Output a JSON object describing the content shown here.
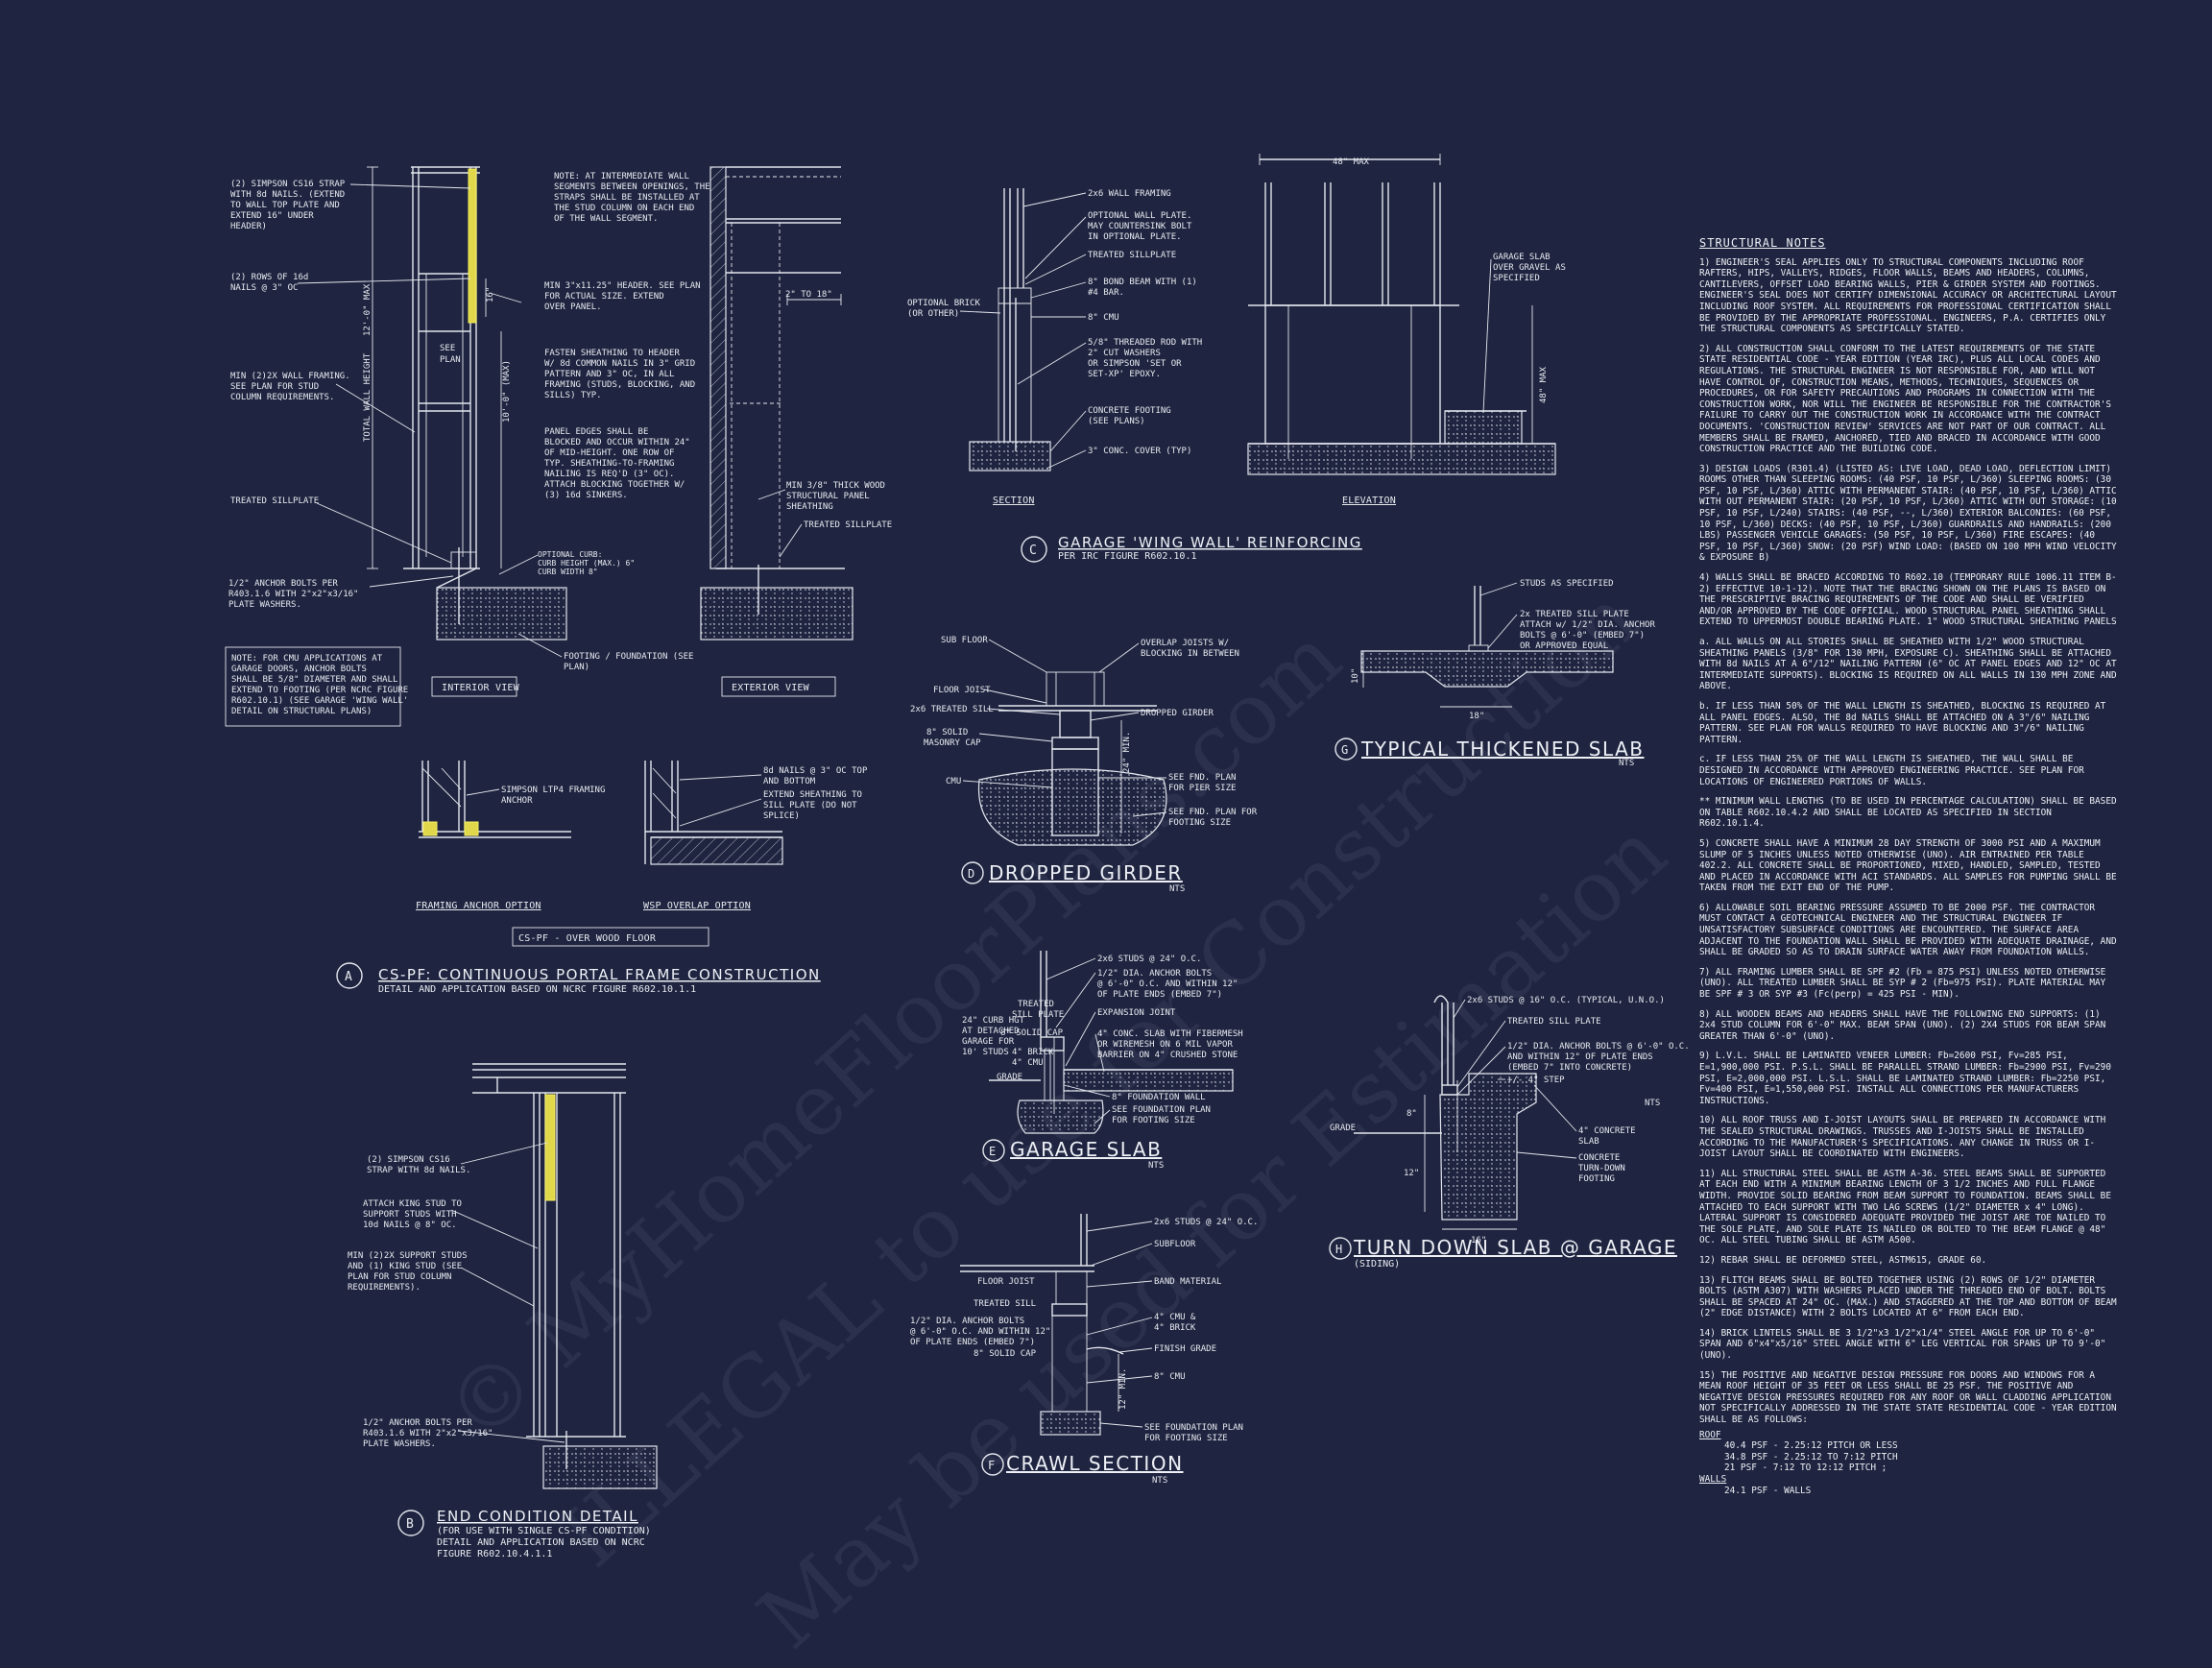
{
  "watermark": {
    "line1": "© MyHomeFloorPlans.com",
    "line2": "ILLEGAL to use for Construction",
    "line3": "May be used for Estimation"
  },
  "detail_a": {
    "marker": "A",
    "title": "CS-PF: CONTINUOUS PORTAL FRAME CONSTRUCTION",
    "subtitle": "DETAIL AND APPLICATION BASED ON NCRC FIGURE R602.10.1.1",
    "interior_view": "INTERIOR VIEW",
    "exterior_view": "EXTERIOR VIEW",
    "framing_anchor_option": "FRAMING ANCHOR OPTION",
    "wsp_overlap_option": "WSP OVERLAP OPTION",
    "over_wood_floor": "CS-PF - OVER WOOD FLOOR",
    "notes": {
      "strap": [
        "(2) SIMPSON CS16 STRAP",
        "WITH 8d NAILS. (EXTEND",
        "TO WALL TOP PLATE AND",
        "EXTEND 16\" UNDER",
        "HEADER)"
      ],
      "rows": [
        "(2) ROWS OF 16d",
        "NAILS @ 3\" OC"
      ],
      "framing": [
        "MIN (2)2X WALL FRAMING.",
        "SEE PLAN FOR STUD",
        "COLUMN REQUIREMENTS."
      ],
      "sillplate": "TREATED SILLPLATE",
      "anchor": [
        "1/2\" ANCHOR BOLTS PER",
        "R403.1.6 WITH 2\"x2\"x3/16\"",
        "PLATE WASHERS."
      ],
      "cmu": [
        "NOTE: FOR CMU APPLICATIONS AT",
        "GARAGE DOORS, ANCHOR BOLTS",
        "SHALL BE 5/8\" DIAMETER AND SHALL",
        "EXTEND TO FOOTING (PER NCRC FIGURE",
        "R602.10.1) (SEE GARAGE 'WING WALL'",
        "DETAIL ON STRUCTURAL PLANS)"
      ],
      "total_height": "TOTAL WALL HEIGHT",
      "max_height": "12'-0\" MAX",
      "ten_max": "10'-0\" (MAX)",
      "see_plan": [
        "SEE",
        "PLAN"
      ],
      "sixteen": "16\"",
      "intermediate": [
        "NOTE: AT INTERMEDIATE WALL",
        "SEGMENTS BETWEEN OPENINGS, THE",
        "STRAPS SHALL BE INSTALLED AT",
        "THE STUD COLUMN ON EACH END",
        "OF THE WALL SEGMENT."
      ],
      "header": [
        "MIN 3\"x11.25\" HEADER. SEE PLAN",
        "FOR ACTUAL SIZE. EXTEND",
        "OVER PANEL."
      ],
      "fasten": [
        "FASTEN SHEATHING TO HEADER",
        "W/ 8d COMMON NAILS IN 3\" GRID",
        "PATTERN AND 3\" OC, IN ALL",
        "FRAMING (STUDS, BLOCKING, AND",
        "SILLS) TYP."
      ],
      "panel": [
        "PANEL EDGES SHALL BE",
        "BLOCKED AND OCCUR WITHIN 24\"",
        "OF MID-HEIGHT. ONE ROW OF",
        "TYP. SHEATHING-TO-FRAMING",
        "NAILING IS REQ'D (3\" OC).",
        "ATTACH BLOCKING TOGETHER W/",
        "(3) 16d SINKERS."
      ],
      "curb": [
        "OPTIONAL CURB:",
        "CURB HEIGHT (MAX.) 6\"",
        "CURB WIDTH 8\""
      ],
      "footing": [
        "FOOTING / FOUNDATION (SEE",
        "PLAN)"
      ],
      "range": "2\" TO 18\"",
      "wood_panel": [
        "MIN 3/8\" THICK WOOD",
        "STRUCTURAL PANEL",
        "SHEATHING"
      ],
      "sillplate2": "TREATED SILLPLATE",
      "ltp4": [
        "SIMPSON LTP4 FRAMING",
        "ANCHOR"
      ],
      "nails": [
        "8d NAILS @ 3\" OC TOP",
        "AND BOTTOM"
      ],
      "extend": [
        "EXTEND SHEATHING TO",
        "SILL PLATE (DO NOT",
        "SPLICE)"
      ]
    }
  },
  "detail_b": {
    "marker": "B",
    "title": "END CONDITION DETAIL",
    "subtitle": [
      "(FOR USE WITH SINGLE CS-PF CONDITION)",
      "DETAIL AND APPLICATION BASED ON NCRC",
      "FIGURE R602.10.4.1.1"
    ],
    "notes": {
      "strap": [
        "(2) SIMPSON CS16",
        "STRAP WITH 8d NAILS."
      ],
      "king": [
        "ATTACH KING STUD TO",
        "SUPPORT STUDS WITH",
        "10d NAILS @ 8\" OC."
      ],
      "support": [
        "MIN (2)2X SUPPORT STUDS",
        "AND (1) KING STUD (SEE",
        "PLAN FOR STUD COLUMN",
        "REQUIREMENTS)."
      ],
      "anchor": [
        "1/2\" ANCHOR BOLTS PER",
        "R403.1.6 WITH 2\"x2\"x3/16\"",
        "PLATE WASHERS."
      ]
    }
  },
  "detail_c": {
    "marker": "C",
    "title": "GARAGE 'WING WALL' REINFORCING",
    "subtitle": "PER IRC FIGURE R602.10.1",
    "section": "SECTION",
    "elevation": "ELEVATION",
    "dim_top": "48\" MAX",
    "dim_side": "48\" MAX",
    "notes": {
      "framing": "2x6 WALL FRAMING",
      "optional_plate": [
        "OPTIONAL WALL PLATE.",
        "MAY COUNTERSINK BOLT",
        "IN OPTIONAL PLATE."
      ],
      "sillplate": "TREATED SILLPLATE",
      "bond": [
        "8\" BOND BEAM WITH (1)",
        "#4 BAR."
      ],
      "cmu": "8\" CMU",
      "rod": [
        "5/8\" THREADED ROD WITH",
        "2\" CUT WASHERS",
        "OR SIMPSON 'SET OR",
        "SET-XP' EPOXY."
      ],
      "footing": [
        "CONCRETE FOOTING",
        "(SEE PLANS)"
      ],
      "cover": "3\" CONC. COVER (TYP)",
      "brick": [
        "OPTIONAL BRICK",
        "(OR OTHER)"
      ],
      "gravel": [
        "GARAGE SLAB",
        "OVER GRAVEL AS",
        "SPECIFIED"
      ]
    }
  },
  "detail_d": {
    "marker": "D",
    "title": "DROPPED GIRDER",
    "nts": "NTS",
    "notes": {
      "subfloor": "SUB FLOOR",
      "joist": "FLOOR JOIST",
      "treated": "2x6 TREATED SILL",
      "cap": [
        "8\" SOLID",
        "MASONRY CAP"
      ],
      "cmu": "CMU",
      "overlap": [
        "OVERLAP JOISTS W/",
        "BLOCKING IN BETWEEN"
      ],
      "girder": "DROPPED GIRDER",
      "min": "24\" MIN.",
      "pier": [
        "SEE FND. PLAN",
        "FOR PIER SIZE"
      ],
      "footing": [
        "SEE FND. PLAN FOR",
        "FOOTING SIZE"
      ]
    }
  },
  "detail_e": {
    "marker": "E",
    "title": "GARAGE SLAB",
    "nts": "NTS",
    "notes": {
      "curb": [
        "24\" CURB HGT",
        "AT DETACHED",
        "GARAGE FOR",
        "10' STUDS"
      ],
      "treated": [
        "TREATED",
        "SILL PLATE"
      ],
      "cap": "8\" SOLID CAP",
      "brick": [
        "4\" BRICK",
        "4\" CMU"
      ],
      "grade": "GRADE",
      "studs": "2x6 STUDS @ 24\" O.C.",
      "anchor": [
        "1/2\" DIA. ANCHOR BOLTS",
        "@ 6'-0\" O.C. AND WITHIN 12\"",
        "OF PLATE ENDS (EMBED 7\")"
      ],
      "expansion": "EXPANSION JOINT",
      "slab": [
        "4\" CONC. SLAB WITH FIBERMESH",
        "OR WIREMESH ON 6 MIL VAPOR",
        "BARRIER ON 4\" CRUSHED STONE"
      ],
      "foundation": "8\" FOUNDATION WALL",
      "footing": [
        "SEE FOUNDATION PLAN",
        "FOR FOOTING SIZE"
      ]
    }
  },
  "detail_f": {
    "marker": "F",
    "title": "CRAWL SECTION",
    "nts": "NTS",
    "notes": {
      "studs": "2x6 STUDS @ 24\" O.C.",
      "subfloor": "SUBFLOOR",
      "band": "BAND MATERIAL",
      "joist": "FLOOR JOIST",
      "treated": "TREATED SILL",
      "anchor": [
        "1/2\" DIA. ANCHOR BOLTS",
        "@ 6'-0\" O.C. AND WITHIN 12\"",
        "OF PLATE ENDS (EMBED 7\")"
      ],
      "cap": "8\" SOLID CAP",
      "cmu_brick": [
        "4\" CMU &",
        "4\" BRICK"
      ],
      "grade": "FINISH GRADE",
      "cmu": "8\" CMU",
      "min": "12\" MIN.",
      "footing": [
        "SEE FOUNDATION PLAN",
        "FOR FOOTING SIZE"
      ]
    }
  },
  "detail_g": {
    "marker": "G",
    "title": "TYPICAL THICKENED SLAB",
    "nts": "NTS",
    "notes": {
      "studs": "STUDS AS SPECIFIED",
      "sill": [
        "2x TREATED SILL PLATE",
        "ATTACH w/ 1/2\" DIA. ANCHOR",
        "BOLTS @ 6'-0\" (EMBED 7\")",
        "OR APPROVED EQUAL"
      ],
      "dim": "18\"",
      "depth": "10\""
    }
  },
  "detail_h": {
    "marker": "H",
    "title": "TURN DOWN SLAB @ GARAGE",
    "subtitle": "(SIDING)",
    "notes": {
      "studs": "2x6 STUDS @ 16\" O.C. (TYPICAL, U.N.O.)",
      "treated": "TREATED SILL PLATE",
      "anchor": [
        "1/2\" DIA. ANCHOR BOLTS @ 6'-0\" O.C.",
        "AND WITHIN 12\" OF PLATE ENDS",
        "(EMBED 7\" INTO CONCRETE)"
      ],
      "step": "+/- 4\" STEP",
      "nts": "NTS",
      "slab": [
        "4\" CONCRETE",
        "SLAB"
      ],
      "turndown": [
        "CONCRETE",
        "TURN-DOWN",
        "FOOTING"
      ],
      "grade": "GRADE",
      "d8": "8\"",
      "d12": "12\"",
      "d16": "16\""
    }
  },
  "structural_notes": {
    "heading": "STRUCTURAL NOTES",
    "paragraphs": [
      "1) ENGINEER'S SEAL APPLIES ONLY TO STRUCTURAL COMPONENTS INCLUDING ROOF RAFTERS, HIPS, VALLEYS, RIDGES, FLOOR WALLS, BEAMS AND HEADERS, COLUMNS, CANTILEVERS, OFFSET LOAD BEARING WALLS, PIER & GIRDER SYSTEM AND FOOTINGS. ENGINEER'S SEAL DOES NOT CERTIFY DIMENSIONAL ACCURACY OR ARCHITECTURAL LAYOUT INCLUDING ROOF SYSTEM. ALL REQUIREMENTS FOR PROFESSIONAL CERTIFICATION SHALL BE PROVIDED BY THE APPROPRIATE PROFESSIONAL. ENGINEERS, P.A. CERTIFIES ONLY THE STRUCTURAL COMPONENTS AS SPECIFICALLY STATED.",
      "2) ALL CONSTRUCTION SHALL CONFORM TO THE LATEST REQUIREMENTS OF THE STATE STATE RESIDENTIAL CODE - YEAR EDITION (YEAR IRC), PLUS ALL LOCAL CODES AND REGULATIONS. THE STRUCTURAL ENGINEER IS NOT RESPONSIBLE FOR, AND WILL NOT HAVE CONTROL OF, CONSTRUCTION MEANS, METHODS, TECHNIQUES, SEQUENCES OR PROCEDURES, OR FOR SAFETY PRECAUTIONS AND PROGRAMS IN CONNECTION WITH THE CONSTRUCTION WORK, NOR WILL THE ENGINEER BE RESPONSIBLE FOR THE CONTRACTOR'S FAILURE TO CARRY OUT THE CONSTRUCTION WORK IN ACCORDANCE WITH THE CONTRACT DOCUMENTS. 'CONSTRUCTION REVIEW' SERVICES ARE NOT PART OF OUR CONTRACT. ALL MEMBERS SHALL BE FRAMED, ANCHORED, TIED AND BRACED IN ACCORDANCE WITH GOOD CONSTRUCTION PRACTICE AND THE BUILDING CODE.",
      "3) DESIGN LOADS (R301.4) (LISTED AS: LIVE LOAD, DEAD LOAD, DEFLECTION LIMIT) ROOMS OTHER THAN SLEEPING ROOMS: (40 PSF, 10 PSF, L/360) SLEEPING ROOMS: (30 PSF, 10 PSF, L/360) ATTIC WITH PERMANENT STAIR: (40 PSF, 10 PSF, L/360) ATTIC WITH OUT PERMANENT STAIR: (20 PSF, 10 PSF, L/360) ATTIC WITH OUT STORAGE: (10 PSF, 10 PSF, L/240) STAIRS: (40 PSF, --, L/360) EXTERIOR BALCONIES: (60 PSF, 10 PSF, L/360) DECKS: (40 PSF, 10 PSF, L/360) GUARDRAILS AND HANDRAILS: (200 LBS) PASSENGER VEHICLE GARAGES: (50 PSF, 10 PSF, L/360) FIRE ESCAPES: (40 PSF, 10 PSF, L/360) SNOW: (20 PSF) WIND LOAD: (BASED ON 100 MPH WIND VELOCITY & EXPOSURE B)",
      "4) WALLS SHALL BE BRACED ACCORDING TO R602.10 (TEMPORARY RULE 1006.11 ITEM B-2) EFFECTIVE 10-1-12). NOTE THAT THE BRACING SHOWN ON THE PLANS IS BASED ON THE PRESCRIPTIVE BRACING REQUIREMENTS OF THE CODE AND SHALL BE VERIFIED AND/OR APPROVED BY THE CODE OFFICIAL. WOOD STRUCTURAL PANEL SHEATHING SHALL EXTEND TO UPPERMOST DOUBLE BEARING PLATE. 1\" WOOD STRUCTURAL SHEATHING PANELS",
      "a. ALL WALLS ON ALL STORIES SHALL BE SHEATHED WITH 1/2\" WOOD STRUCTURAL SHEATHING PANELS (3/8\" FOR 130 MPH, EXPOSURE C). SHEATHING SHALL BE ATTACHED WITH 8d NAILS AT A 6\"/12\" NAILING PATTERN (6\" OC AT PANEL EDGES AND 12\" OC AT INTERMEDIATE SUPPORTS). BLOCKING IS REQUIRED ON ALL WALLS IN 130 MPH ZONE AND ABOVE.",
      "b. IF LESS THAN 50% OF THE WALL LENGTH IS SHEATHED, BLOCKING IS REQUIRED AT ALL PANEL EDGES. ALSO, THE 8d NAILS SHALL BE ATTACHED ON A 3\"/6\" NAILING PATTERN. SEE PLAN FOR WALLS REQUIRED TO HAVE BLOCKING AND 3\"/6\" NAILING PATTERN.",
      "c. IF LESS THAN 25% OF THE WALL LENGTH IS SHEATHED, THE WALL SHALL BE DESIGNED IN ACCORDANCE WITH APPROVED ENGINEERING PRACTICE. SEE PLAN FOR LOCATIONS OF ENGINEERED PORTIONS OF WALLS.",
      "** MINIMUM WALL LENGTHS (TO BE USED IN PERCENTAGE CALCULATION) SHALL BE BASED ON TABLE R602.10.4.2 AND SHALL BE LOCATED AS SPECIFIED IN SECTION R602.10.1.4.",
      "5) CONCRETE SHALL HAVE A MINIMUM 28 DAY STRENGTH OF 3000 PSI AND A MAXIMUM SLUMP OF 5 INCHES UNLESS NOTED OTHERWISE (UNO). AIR ENTRAINED PER TABLE 402.2. ALL CONCRETE SHALL BE PROPORTIONED, MIXED, HANDLED, SAMPLED, TESTED AND PLACED IN ACCORDANCE WITH ACI STANDARDS. ALL SAMPLES FOR PUMPING SHALL BE TAKEN FROM THE EXIT END OF THE PUMP.",
      "6) ALLOWABLE SOIL BEARING PRESSURE ASSUMED TO BE 2000 PSF. THE CONTRACTOR MUST CONTACT A GEOTECHNICAL ENGINEER AND THE STRUCTURAL ENGINEER IF UNSATISFACTORY SUBSURFACE CONDITIONS ARE ENCOUNTERED. THE SURFACE AREA ADJACENT TO THE FOUNDATION WALL SHALL BE PROVIDED WITH ADEQUATE DRAINAGE, AND SHALL BE GRADED SO AS TO DRAIN SURFACE WATER AWAY FROM FOUNDATION WALLS.",
      "7) ALL FRAMING LUMBER SHALL BE SPF #2 (Fb = 875 PSI) UNLESS NOTED OTHERWISE (UNO). ALL TREATED LUMBER SHALL BE SYP # 2 (Fb=975 PSI). PLATE MATERIAL MAY BE SPF # 3 OR SYP #3 (Fc(perp) = 425 PSI - MIN).",
      "8) ALL WOODEN BEAMS AND HEADERS SHALL HAVE THE FOLLOWING END SUPPORTS: (1) 2x4 STUD COLUMN FOR 6'-0\" MAX. BEAM SPAN (UNO). (2) 2X4 STUDS FOR BEAM SPAN GREATER THAN 6'-0\" (UNO).",
      "9) L.V.L. SHALL BE LAMINATED VENEER LUMBER: Fb=2600 PSI, Fv=285 PSI, E=1,900,000 PSI. P.S.L. SHALL BE PARALLEL STRAND LUMBER: Fb=2900 PSI, Fv=290 PSI, E=2,000,000 PSI. L.S.L. SHALL BE LAMINATED STRAND LUMBER: Fb=2250 PSI, Fv=400 PSI, E=1,550,000 PSI. INSTALL ALL CONNECTIONS PER MANUFACTURERS INSTRUCTIONS.",
      "10) ALL ROOF TRUSS AND I-JOIST LAYOUTS SHALL BE PREPARED IN ACCORDANCE WITH THE SEALED STRUCTURAL DRAWINGS. TRUSSES AND I-JOISTS SHALL BE INSTALLED ACCORDING TO THE MANUFACTURER'S SPECIFICATIONS. ANY CHANGE IN TRUSS OR I-JOIST LAYOUT SHALL BE COORDINATED WITH ENGINEERS.",
      "11) ALL STRUCTURAL STEEL SHALL BE ASTM A-36. STEEL BEAMS SHALL BE SUPPORTED AT EACH END WITH A MINIMUM BEARING LENGTH OF 3 1/2 INCHES AND FULL FLANGE WIDTH. PROVIDE SOLID BEARING FROM BEAM SUPPORT TO FOUNDATION. BEAMS SHALL BE ATTACHED TO EACH SUPPORT WITH TWO LAG SCREWS (1/2\" DIAMETER x 4\" LONG). LATERAL SUPPORT IS CONSIDERED ADEQUATE PROVIDED THE JOIST ARE TOE NAILED TO THE SOLE PLATE, AND SOLE PLATE IS NAILED OR BOLTED TO THE BEAM FLANGE @ 48\" OC. ALL STEEL TUBING SHALL BE ASTM A500.",
      "12) REBAR SHALL BE DEFORMED STEEL, ASTM615, GRADE 60.",
      "13) FLITCH BEAMS SHALL BE BOLTED TOGETHER USING (2) ROWS OF 1/2\" DIAMETER BOLTS (ASTM A307) WITH WASHERS PLACED UNDER THE THREADED END OF BOLT. BOLTS SHALL BE SPACED AT 24\" OC. (MAX.) AND STAGGERED AT THE TOP AND BOTTOM OF BEAM (2\" EDGE DISTANCE) WITH 2 BOLTS LOCATED AT 6\" FROM EACH END.",
      "14) BRICK LINTELS SHALL BE 3 1/2\"x3 1/2\"x1/4\" STEEL ANGLE FOR UP TO 6'-0\" SPAN AND 6\"x4\"x5/16\" STEEL ANGLE WITH 6\" LEG VERTICAL FOR SPANS UP TO 9'-0\" (UNO).",
      "15) THE POSITIVE AND NEGATIVE DESIGN PRESSURE FOR DOORS AND WINDOWS FOR A MEAN ROOF HEIGHT OF 35 FEET OR LESS SHALL BE 25 PSF. THE POSITIVE AND NEGATIVE DESIGN PRESSURES REQUIRED FOR ANY ROOF OR WALL CLADDING APPLICATION NOT SPECIFICALLY ADDRESSED IN THE STATE STATE RESIDENTIAL CODE - YEAR EDITION SHALL BE AS FOLLOWS:"
    ],
    "roof_label": "ROOF",
    "roof_lines": [
      "40.4 PSF - 2.25:12 PITCH OR LESS",
      "34.8 PSF - 2.25:12 TO 7:12 PITCH",
      "21 PSF - 7:12 TO 12:12 PITCH ;"
    ],
    "walls_label": "WALLS",
    "walls_lines": [
      "24.1 PSF - WALLS"
    ]
  }
}
